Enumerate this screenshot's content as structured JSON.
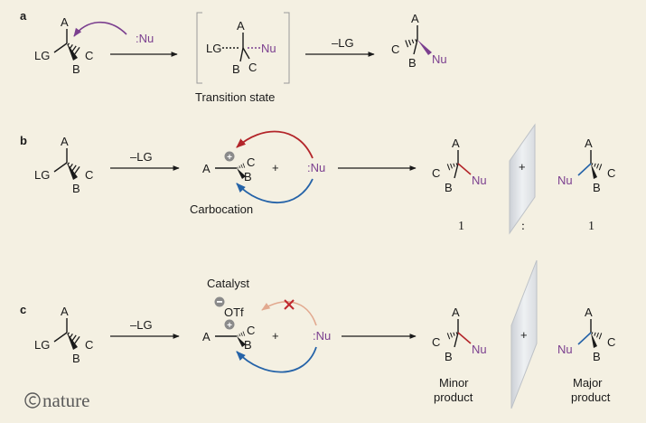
{
  "colors": {
    "background": "#f4f0e2",
    "nucleophile": "#7b3f8f",
    "red_arrow": "#b3252a",
    "blue_arrow": "#2563a8",
    "faded_arrow": "#e2a98f",
    "cross": "#c0272d",
    "ink": "#1a1a1a"
  },
  "icons": [
    "mirror-plane-icon",
    "cross-mark-icon",
    "charge-plus-icon",
    "charge-minus-icon",
    "copyright-icon"
  ],
  "labels": {
    "A": "A",
    "B": "B",
    "C": "C",
    "LG": "LG",
    "Nu": "Nu",
    "nu_reagent": ":Nu",
    "minus_lg": "–LG",
    "plus": "+",
    "colon": ":"
  },
  "panel_a": {
    "label": "a",
    "caption": "Transition state"
  },
  "panel_b": {
    "label": "b",
    "caption": "Carbocation",
    "ratio_left": "1",
    "ratio_right": "1"
  },
  "panel_c": {
    "label": "c",
    "catalyst": "Catalyst",
    "counterion": "OTf",
    "minor": [
      "Minor",
      "product"
    ],
    "major": [
      "Major",
      "product"
    ]
  },
  "brand": {
    "name": "nature"
  }
}
